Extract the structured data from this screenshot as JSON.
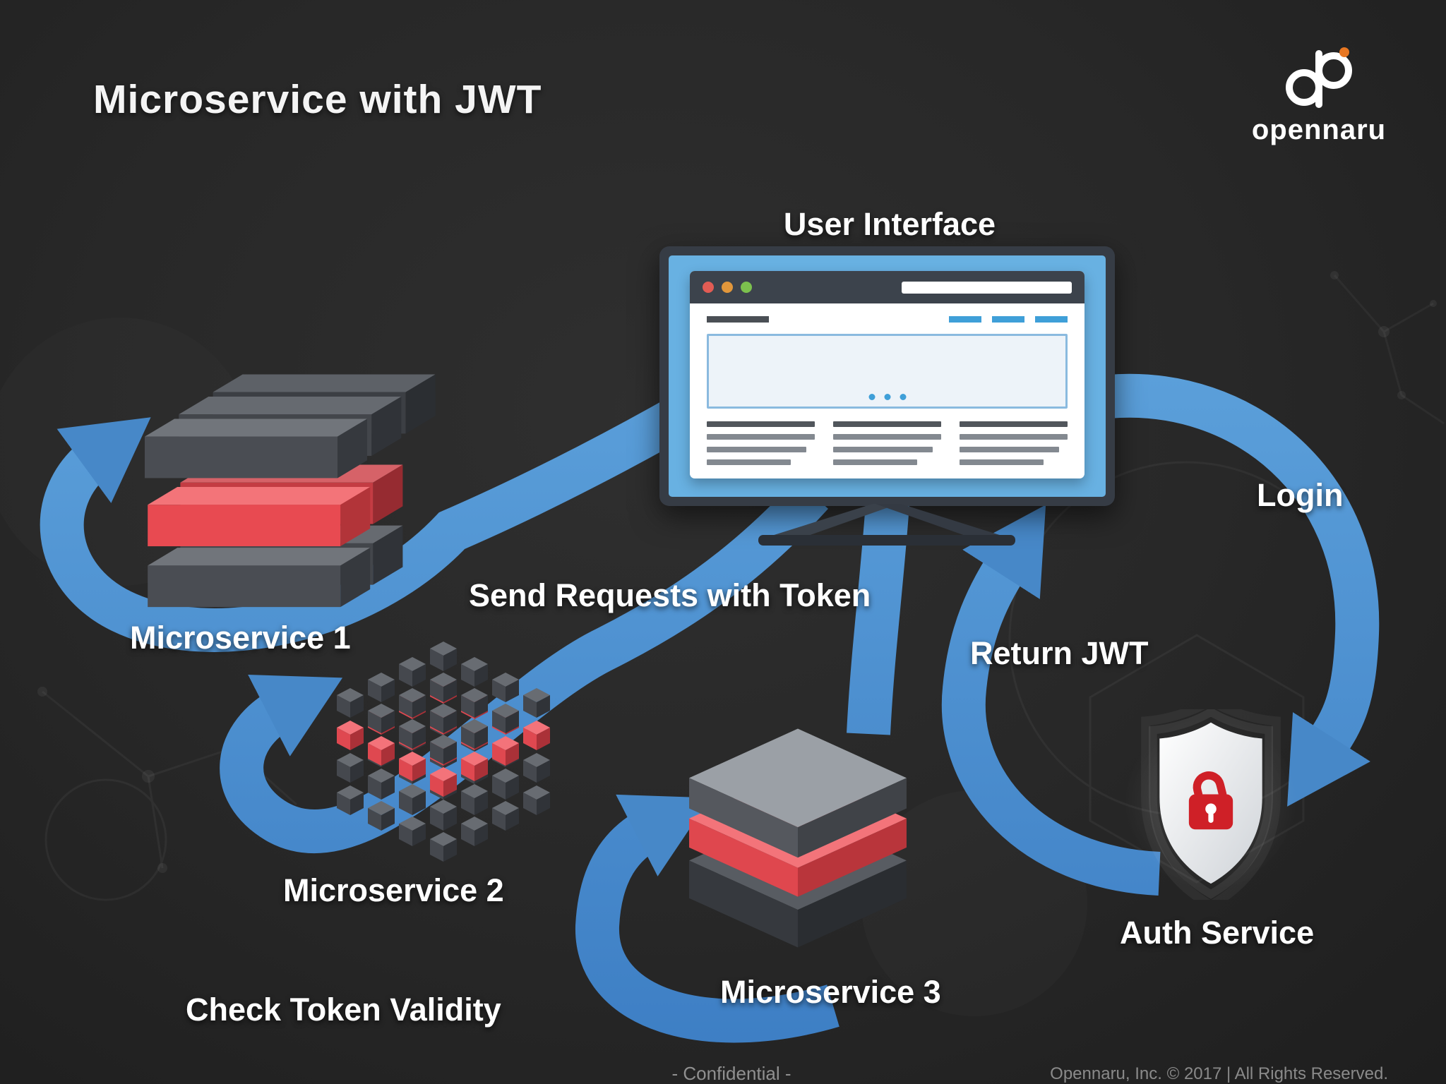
{
  "slide": {
    "title": "Microservice with JWT"
  },
  "logo": {
    "name": "opennaru"
  },
  "diagram": {
    "user_interface_label": "User Interface",
    "microservice1_label": "Microservice 1",
    "microservice2_label": "Microservice 2",
    "microservice3_label": "Microservice 3",
    "auth_service_label": "Auth Service",
    "flow_labels": {
      "login": "Login",
      "return_jwt": "Return JWT",
      "send_requests": "Send Requests with Token",
      "check_token": "Check Token Validity"
    },
    "colors": {
      "background": "#282828",
      "arrow_blue": "#4e93d4",
      "accent_red": "#e8494f",
      "monitor_screen_blue": "#68b1e2",
      "browser_chrome_dark": "#3c434c",
      "lock_red": "#cf2027",
      "logo_accent_orange": "#e87722",
      "traffic_red": "#e25c54",
      "traffic_orange": "#e2973b",
      "traffic_green": "#7cc14e"
    }
  },
  "footer": {
    "confidential": "- Confidential -",
    "copyright": "Opennaru, Inc. © 2017 | All Rights Reserved."
  }
}
